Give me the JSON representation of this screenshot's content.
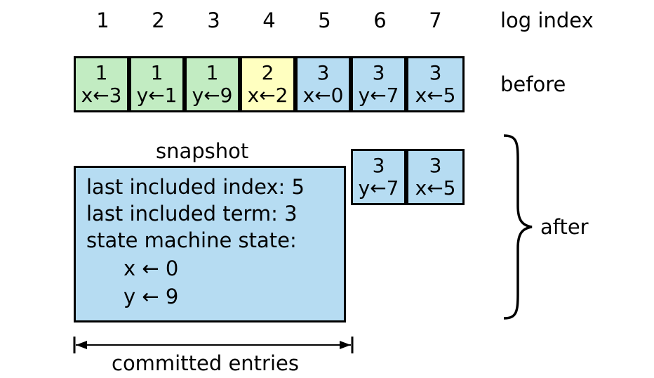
{
  "header": {
    "index_label": "log index",
    "indices": [
      "1",
      "2",
      "3",
      "4",
      "5",
      "6",
      "7"
    ]
  },
  "colors": {
    "term1": "#c2ecc2",
    "term2": "#ffffc0",
    "term3": "#b6dcf2"
  },
  "before": {
    "label": "before",
    "entries": [
      {
        "term": "1",
        "cmd": "x←3"
      },
      {
        "term": "1",
        "cmd": "y←1"
      },
      {
        "term": "1",
        "cmd": "y←9"
      },
      {
        "term": "2",
        "cmd": "x←2"
      },
      {
        "term": "3",
        "cmd": "x←0"
      },
      {
        "term": "3",
        "cmd": "y←7"
      },
      {
        "term": "3",
        "cmd": "x←5"
      }
    ]
  },
  "after": {
    "label": "after",
    "snapshot_title": "snapshot",
    "snapshot_lines": [
      "last included index: 5",
      "last included term: 3",
      "state machine state:"
    ],
    "state_lines": [
      "x ← 0",
      "y ← 9"
    ],
    "entries": [
      {
        "term": "3",
        "cmd": "y←7"
      },
      {
        "term": "3",
        "cmd": "x←5"
      }
    ]
  },
  "committed_label": "committed entries"
}
